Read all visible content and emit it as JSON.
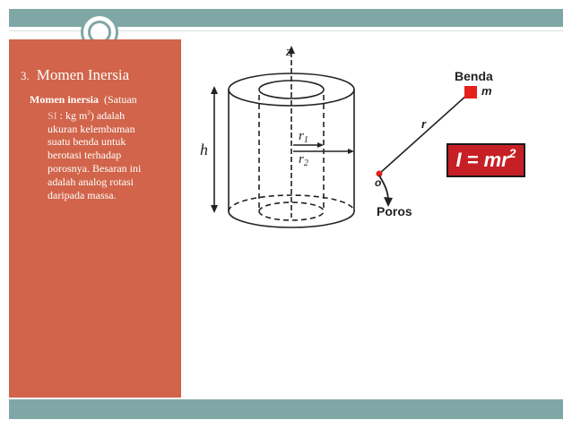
{
  "section": {
    "number": "3.",
    "title": "Momen Inersia"
  },
  "body": {
    "term": "Momen inersia",
    "unit_open": "(Satuan",
    "si": "SI",
    "unit_rest": ": kg m",
    "unit_exp": "2",
    "unit_close": ") adalah",
    "line3": "ukuran kelembaman",
    "line4": "suatu benda untuk",
    "line5": "berotasi terhadap",
    "line6": "porosnya. Besaran ini",
    "line7": "adalah analog rotasi",
    "line8": "daripada massa."
  },
  "cylinder": {
    "axis_label": "z",
    "height_label": "h",
    "r1_main": "r",
    "r1_sub": "1",
    "r2_main": "r",
    "r2_sub": "2"
  },
  "point_mass": {
    "object_label": "Benda",
    "mass_label": "m",
    "radius_label": "r",
    "origin_label": "o",
    "axis_label": "Poros",
    "formula": "I = mr",
    "formula_exp": "2"
  },
  "colors": {
    "accent_teal": "#7fa7a5",
    "panel_orange": "#d1644a",
    "formula_red": "#c62026"
  }
}
